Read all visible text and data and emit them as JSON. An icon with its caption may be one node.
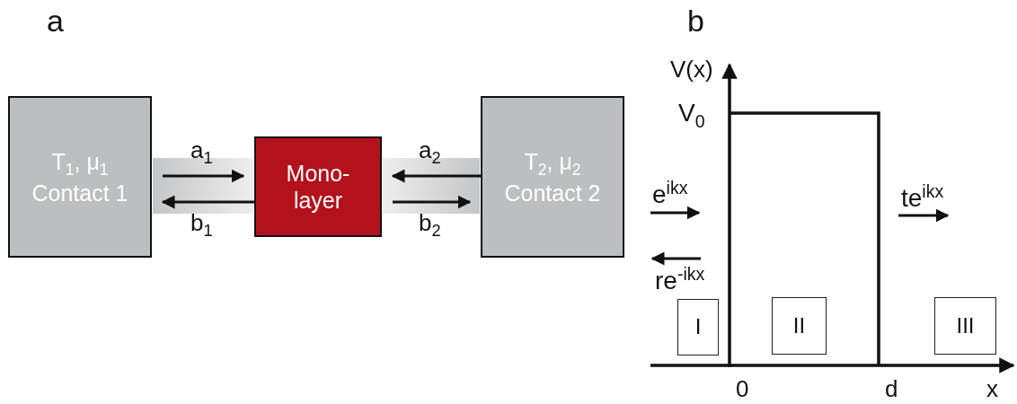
{
  "diagram": {
    "nodes": [
      {
        "text": [
          "T$_{1}$, μ$_{1}$",
          "Contact 1"
        ]
      },
      {
        "text": [
          "Mono- layer"
        ]
      },
      {
        "text": [
          "T$_{2}$, μ$_{2}$",
          "Contact 2"
        ]
      },
      {
        "text": [
          "I"
        ]
      },
      {
        "text": [
          "II"
        ]
      },
      {
        "text": [
          "III"
        ]
      }
    ],
    "edges": [
      {
        "from": 0,
        "to": 1,
        "arrow": "to",
        "label": "a$_{1}$"
      },
      {
        "from": 1,
        "to": 0,
        "arrow": "to",
        "label": "b$_{1}$"
      },
      {
        "from": 2,
        "to": 1,
        "arrow": "to",
        "label": "a$_{2}$"
      },
      {
        "from": 1,
        "to": 2,
        "arrow": "to",
        "label": "b$_{2}$"
      }
    ],
    "labels": [
      "a",
      "b",
      "V(x)",
      "V$_{0}$",
      "e$^{ikx}$",
      "te$^{ikx}$",
      "re$^{-ikx}$",
      "0",
      "d",
      "x"
    ]
  }
}
